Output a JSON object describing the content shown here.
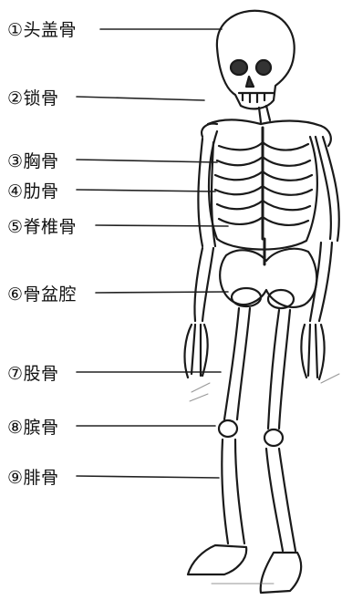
{
  "labels": [
    {
      "id": "skull",
      "text": "①头盖骨"
    },
    {
      "id": "clavicle",
      "text": "②锁骨"
    },
    {
      "id": "sternum",
      "text": "③胸骨"
    },
    {
      "id": "ribs",
      "text": "④肋骨"
    },
    {
      "id": "spine",
      "text": "⑤脊椎骨"
    },
    {
      "id": "pelvis",
      "text": "⑥骨盆腔"
    },
    {
      "id": "femur",
      "text": "⑦股骨"
    },
    {
      "id": "patella",
      "text": "⑧膑骨"
    },
    {
      "id": "fibula",
      "text": "⑨腓骨"
    }
  ],
  "colors": {
    "ink": "#1a1a1a",
    "shade": "#6a6a6a",
    "paper": "#ffffff"
  }
}
